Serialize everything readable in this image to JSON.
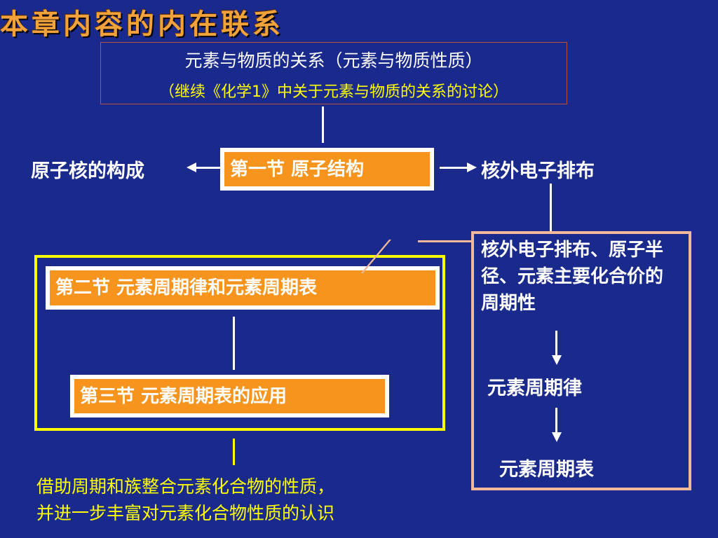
{
  "title": "本章内容的内在联系",
  "top_box": {
    "line1": "元素与物质的关系（元素与物质性质）",
    "line2": "（继续《化学1》中关于元素与物质的关系的讨论）"
  },
  "left_label": "原子核的构成",
  "section1": "第一节   原子结构",
  "right_label": "核外电子排布",
  "section2": "第二节   元素周期律和元素周期表",
  "section3": "第三节   元素周期表的应用",
  "right_box": {
    "description": "核外电子排布、原子半径、元素主要化合价的周期性",
    "item1": "元素周期律",
    "item2": "元素周期表"
  },
  "bottom_text": {
    "line1": "借助周期和族整合元素化合物的性质，",
    "line2": "并进一步丰富对元素化合物性质的认识"
  },
  "colors": {
    "background": "#1a2a8c",
    "orange": "#f7941d",
    "yellow": "#ffff00",
    "peach": "#f2b89a"
  }
}
